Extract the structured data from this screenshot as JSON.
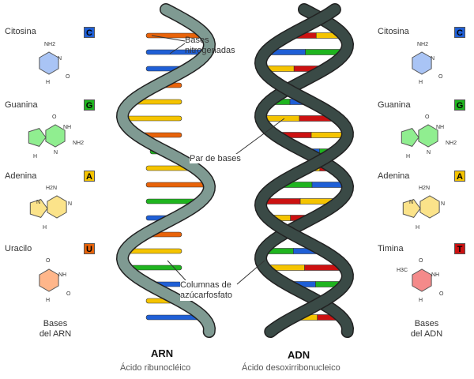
{
  "colors": {
    "C": "#1f5fd6",
    "G": "#1fb41f",
    "A": "#f5c400",
    "U": "#e8630a",
    "T": "#cc1111",
    "rna_backbone": "#7f9a92",
    "dna_backbone": "#3a4a46"
  },
  "rna": {
    "title": "ARN",
    "subtitle": "Ácido ribunocléico",
    "bases_caption": [
      "Bases",
      "del ARN"
    ],
    "bases": [
      {
        "name": "Citosina",
        "letter": "C"
      },
      {
        "name": "Guanina",
        "letter": "G"
      },
      {
        "name": "Adenina",
        "letter": "A"
      },
      {
        "name": "Uracilo",
        "letter": "U"
      }
    ],
    "sequence": [
      "U",
      "C",
      "C",
      "U",
      "A",
      "A",
      "U",
      "G",
      "A",
      "U",
      "G",
      "C",
      "U",
      "A",
      "G",
      "C",
      "A",
      "C"
    ]
  },
  "dna": {
    "title": "ADN",
    "subtitle": "Ácido desoxirribonucleico",
    "bases_caption": [
      "Bases",
      "del ADN"
    ],
    "bases": [
      {
        "name": "Citosina",
        "letter": "C"
      },
      {
        "name": "Guanina",
        "letter": "G"
      },
      {
        "name": "Adenina",
        "letter": "A"
      },
      {
        "name": "Timina",
        "letter": "T"
      }
    ],
    "sequence": [
      "T",
      "C",
      "A",
      "T",
      "G",
      "A",
      "T",
      "C",
      "A",
      "G",
      "T",
      "A",
      "T",
      "G",
      "A",
      "C",
      "G",
      "A"
    ]
  },
  "callouts": {
    "bases_nitrogenadas": [
      "Bases",
      "nitrogenadas"
    ],
    "par_de_bases": "Par de bases",
    "columnas": [
      "Columnas de",
      "azúcarfosfato"
    ]
  },
  "molecule_labels": {
    "c": [
      "NH2",
      "N",
      "O",
      "H"
    ],
    "g": [
      "O",
      "NH",
      "NH2",
      "N",
      "H"
    ],
    "a": [
      "H2N",
      "N",
      "N",
      "H"
    ],
    "u": [
      "O",
      "NH",
      "O",
      "H"
    ],
    "t": [
      "H3C",
      "O",
      "NH",
      "O",
      "H"
    ]
  }
}
